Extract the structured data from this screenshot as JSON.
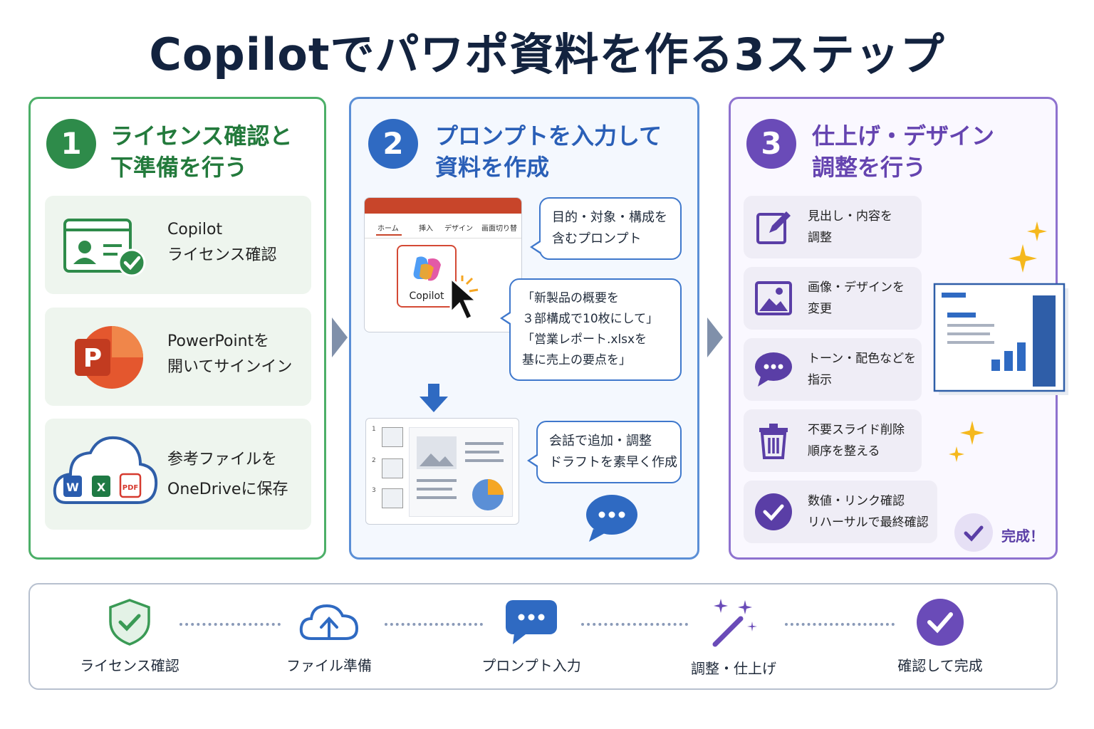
{
  "title": "Copilotでパワポ資料を作る3ステップ",
  "steps": [
    {
      "number": "1",
      "title_lines": [
        "ライセンス確認と",
        "下準備を行う"
      ],
      "color": "#2e8b4a",
      "items": [
        {
          "lines": [
            "Copilot",
            "ライセンス確認"
          ],
          "icon": "license-card-icon"
        },
        {
          "lines": [
            "PowerPointを",
            "開いてサインイン"
          ],
          "icon": "powerpoint-icon"
        },
        {
          "lines": [
            "参考ファイルを",
            "OneDriveに保存"
          ],
          "icon": "onedrive-cloud-icon"
        }
      ],
      "file_badges": [
        "W",
        "X",
        "PDF"
      ]
    },
    {
      "number": "2",
      "title_lines": [
        "プロンプトを入力して",
        "資料を作成"
      ],
      "color": "#2f6ac2",
      "ribbon_tabs": [
        "ホーム",
        "挿入",
        "デザイン",
        "画面切り替"
      ],
      "copilot_label": "Copilot",
      "thumbnail_numbers": [
        "1",
        "2",
        "3"
      ],
      "bubbles": [
        {
          "lines": [
            "目的・対象・構成を",
            "含むプロンプト"
          ]
        },
        {
          "lines": [
            "「新製品の概要を",
            "３部構成で10枚にして」",
            "「営業レポート.xlsxを",
            "基に売上の要点を」"
          ]
        },
        {
          "lines": [
            "会話で追加・調整",
            "ドラフトを素早く作成"
          ]
        }
      ]
    },
    {
      "number": "3",
      "title_lines": [
        "仕上げ・デザイン",
        "調整を行う"
      ],
      "color": "#6a4bb8",
      "items": [
        {
          "lines": [
            "見出し・内容を",
            "調整"
          ],
          "icon": "edit-icon"
        },
        {
          "lines": [
            "画像・デザインを",
            "変更"
          ],
          "icon": "image-icon"
        },
        {
          "lines": [
            "トーン・配色などを",
            "指示"
          ],
          "icon": "chat-icon"
        },
        {
          "lines": [
            "不要スライド削除",
            "順序を整える"
          ],
          "icon": "trash-icon"
        },
        {
          "lines": [
            "数値・リンク確認",
            "リハーサルで最終確認"
          ],
          "icon": "check-circle-icon"
        }
      ],
      "complete_label": "完成！"
    }
  ],
  "flow": [
    {
      "label": "ライセンス確認",
      "icon": "shield-check-icon"
    },
    {
      "label": "ファイル準備",
      "icon": "cloud-upload-icon"
    },
    {
      "label": "プロンプト入力",
      "icon": "chat-bubble-icon"
    },
    {
      "label": "調整・仕上げ",
      "icon": "magic-wand-icon"
    },
    {
      "label": "確認して完成",
      "icon": "check-circle-icon"
    }
  ]
}
